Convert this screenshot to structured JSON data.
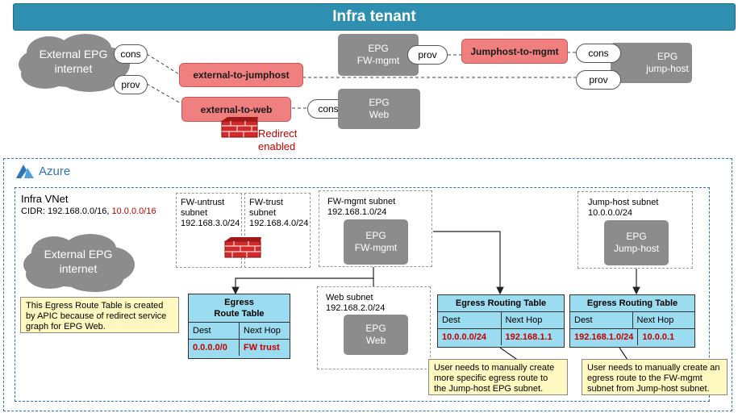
{
  "title": "Infra tenant",
  "tenant": {
    "external_epg": "External EPG\ninternet",
    "cons_label": "cons",
    "prov_label": "prov",
    "contract_jumphost": "external-to-jumphost",
    "contract_web": "external-to-web",
    "contract_mgmt": "Jumphost-to-mgmt",
    "epg_fw_mgmt": "EPG\nFW-mgmt",
    "epg_jump_host": "EPG\njump-host",
    "epg_web": "EPG\nWeb",
    "redirect_text": "Redirect\nenabled"
  },
  "azure": {
    "label": "Azure",
    "vnet_name": "Infra VNet",
    "cidr_prefix": "CIDR: 192.168.0.0/16, ",
    "cidr_extra": "10.0.0.0/16",
    "external_epg": "External EPG\ninternet",
    "fw_untrust": "FW-untrust\nsubnet\n192.168.3.0/24",
    "fw_trust": "FW-trust\nsubnet\n192.168.4.0/24",
    "fw_mgmt_subnet": "FW-mgmt subnet\n192.168.1.0/24",
    "epg_fw_mgmt": "EPG\nFW-mgmt",
    "jump_subnet": "Jump-host subnet\n10.0.0.0/24",
    "epg_jump_host": "EPG\nJump-host",
    "web_subnet": "Web subnet\n192.168.2.0/24",
    "epg_web": "EPG\nWeb",
    "rt_egress": {
      "title": "Egress\nRoute Table",
      "dest_h": "Dest",
      "hop_h": "Next Hop",
      "dest": "0.0.0.0/0",
      "hop": "FW trust"
    },
    "rt_mgmt": {
      "title": "Egress Routing Table",
      "dest_h": "Dest",
      "hop_h": "Next Hop",
      "dest": "10.0.0.0/24",
      "hop": "192.168.1.1"
    },
    "rt_jump": {
      "title": "Egress Routing Table",
      "dest_h": "Dest",
      "hop_h": "Next Hop",
      "dest": "192.168.1.0/24",
      "hop": "10.0.0.1"
    },
    "note_apic": "This Egress Route Table is created by APIC because of redirect service graph for EPG Web.",
    "note_mgmt": "User needs to manually create more specific egress route to the Jump-host EPG subnet.",
    "note_jump": "User needs to manually create an egress route to the FW-mgmt subnet from Jump-host subnet."
  },
  "colors": {
    "banner": "#2e8fb0",
    "contract": "#f08080",
    "epg": "#8c8c8c",
    "route_table": "#9cdcf0",
    "note": "#fff8c0",
    "azure_border": "#2e75b6"
  }
}
